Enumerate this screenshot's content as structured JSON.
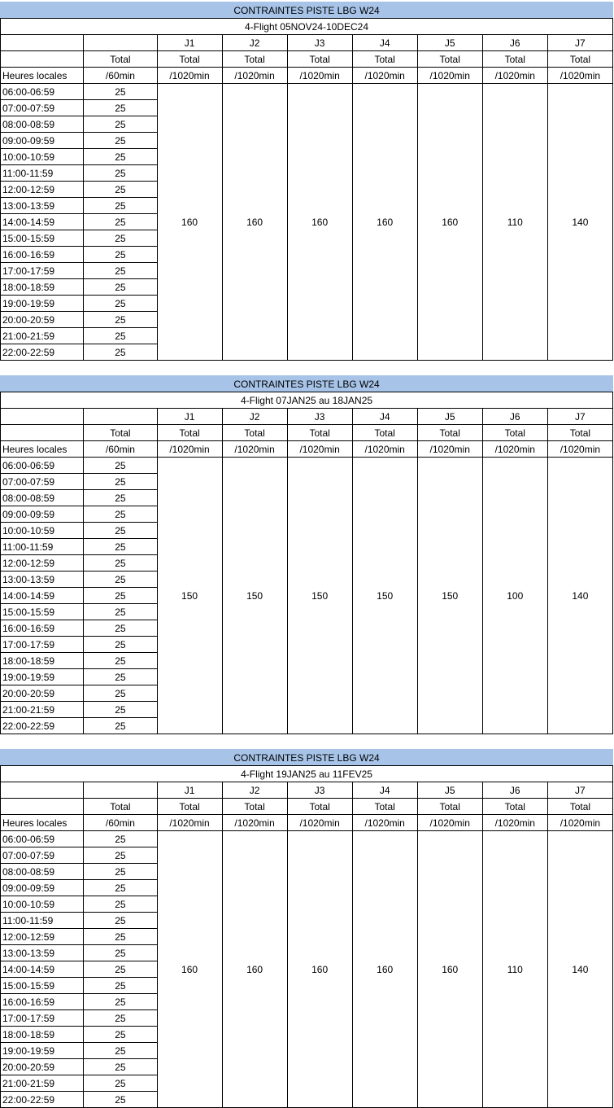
{
  "tables": [
    {
      "title": "CONTRAINTES PISTE LBG W24",
      "period": "4-Flight 05NOV24-10DEC24",
      "days": [
        "J1",
        "J2",
        "J3",
        "J4",
        "J5",
        "J6",
        "J7"
      ],
      "total_label": "Total",
      "hours_label": "Heures locales",
      "per_hour_unit": "/60min",
      "per_day_unit": "/1020min",
      "rows": [
        {
          "hour": "06:00-06:59",
          "value": "25"
        },
        {
          "hour": "07:00-07:59",
          "value": "25"
        },
        {
          "hour": "08:00-08:59",
          "value": "25"
        },
        {
          "hour": "09:00-09:59",
          "value": "25"
        },
        {
          "hour": "10:00-10:59",
          "value": "25"
        },
        {
          "hour": "11:00-11:59",
          "value": "25"
        },
        {
          "hour": "12:00-12:59",
          "value": "25"
        },
        {
          "hour": "13:00-13:59",
          "value": "25"
        },
        {
          "hour": "14:00-14:59",
          "value": "25"
        },
        {
          "hour": "15:00-15:59",
          "value": "25"
        },
        {
          "hour": "16:00-16:59",
          "value": "25"
        },
        {
          "hour": "17:00-17:59",
          "value": "25"
        },
        {
          "hour": "18:00-18:59",
          "value": "25"
        },
        {
          "hour": "19:00-19:59",
          "value": "25"
        },
        {
          "hour": "20:00-20:59",
          "value": "25"
        },
        {
          "hour": "21:00-21:59",
          "value": "25"
        },
        {
          "hour": "22:00-22:59",
          "value": "25"
        }
      ],
      "day_totals": [
        "160",
        "160",
        "160",
        "160",
        "160",
        "110",
        "140"
      ]
    },
    {
      "title": "CONTRAINTES PISTE LBG W24",
      "period": "4-Flight 07JAN25 au 18JAN25",
      "days": [
        "J1",
        "J2",
        "J3",
        "J4",
        "J5",
        "J6",
        "J7"
      ],
      "total_label": "Total",
      "hours_label": "Heures locales",
      "per_hour_unit": "/60min",
      "per_day_unit": "/1020min",
      "rows": [
        {
          "hour": "06:00-06:59",
          "value": "25"
        },
        {
          "hour": "07:00-07:59",
          "value": "25"
        },
        {
          "hour": "08:00-08:59",
          "value": "25"
        },
        {
          "hour": "09:00-09:59",
          "value": "25"
        },
        {
          "hour": "10:00-10:59",
          "value": "25"
        },
        {
          "hour": "11:00-11:59",
          "value": "25"
        },
        {
          "hour": "12:00-12:59",
          "value": "25"
        },
        {
          "hour": "13:00-13:59",
          "value": "25"
        },
        {
          "hour": "14:00-14:59",
          "value": "25"
        },
        {
          "hour": "15:00-15:59",
          "value": "25"
        },
        {
          "hour": "16:00-16:59",
          "value": "25"
        },
        {
          "hour": "17:00-17:59",
          "value": "25"
        },
        {
          "hour": "18:00-18:59",
          "value": "25"
        },
        {
          "hour": "19:00-19:59",
          "value": "25"
        },
        {
          "hour": "20:00-20:59",
          "value": "25"
        },
        {
          "hour": "21:00-21:59",
          "value": "25"
        },
        {
          "hour": "22:00-22:59",
          "value": "25"
        }
      ],
      "day_totals": [
        "150",
        "150",
        "150",
        "150",
        "150",
        "100",
        "140"
      ]
    },
    {
      "title": "CONTRAINTES PISTE LBG W24",
      "period": "4-Flight 19JAN25 au 11FEV25",
      "days": [
        "J1",
        "J2",
        "J3",
        "J4",
        "J5",
        "J6",
        "J7"
      ],
      "total_label": "Total",
      "hours_label": "Heures locales",
      "per_hour_unit": "/60min",
      "per_day_unit": "/1020min",
      "rows": [
        {
          "hour": "06:00-06:59",
          "value": "25"
        },
        {
          "hour": "07:00-07:59",
          "value": "25"
        },
        {
          "hour": "08:00-08:59",
          "value": "25"
        },
        {
          "hour": "09:00-09:59",
          "value": "25"
        },
        {
          "hour": "10:00-10:59",
          "value": "25"
        },
        {
          "hour": "11:00-11:59",
          "value": "25"
        },
        {
          "hour": "12:00-12:59",
          "value": "25"
        },
        {
          "hour": "13:00-13:59",
          "value": "25"
        },
        {
          "hour": "14:00-14:59",
          "value": "25"
        },
        {
          "hour": "15:00-15:59",
          "value": "25"
        },
        {
          "hour": "16:00-16:59",
          "value": "25"
        },
        {
          "hour": "17:00-17:59",
          "value": "25"
        },
        {
          "hour": "18:00-18:59",
          "value": "25"
        },
        {
          "hour": "19:00-19:59",
          "value": "25"
        },
        {
          "hour": "20:00-20:59",
          "value": "25"
        },
        {
          "hour": "21:00-21:59",
          "value": "25"
        },
        {
          "hour": "22:00-22:59",
          "value": "25"
        }
      ],
      "day_totals": [
        "160",
        "160",
        "160",
        "160",
        "160",
        "110",
        "140"
      ]
    }
  ],
  "colors": {
    "header_band": "#a7c4e8",
    "grid": "#000000"
  }
}
